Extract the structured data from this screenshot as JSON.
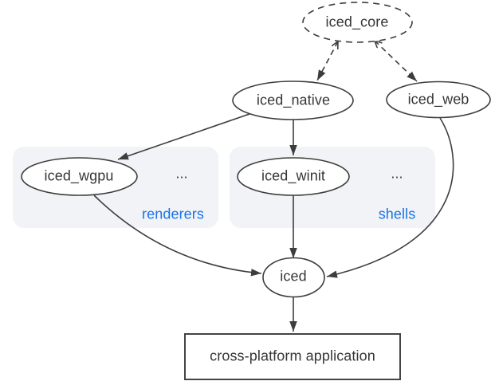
{
  "colors": {
    "background": "#ffffff",
    "stroke": "#3d3d3d",
    "text": "#363636",
    "accent_blue": "#1a73e8",
    "group_fill": "#f1f3f6",
    "node_fill": "#ffffff"
  },
  "nodes": {
    "iced_core": {
      "label": "iced_core",
      "shape": "ellipse",
      "border": "dashed"
    },
    "iced_native": {
      "label": "iced_native",
      "shape": "ellipse",
      "border": "solid"
    },
    "iced_web": {
      "label": "iced_web",
      "shape": "ellipse",
      "border": "solid"
    },
    "iced_wgpu": {
      "label": "iced_wgpu",
      "shape": "ellipse",
      "border": "solid"
    },
    "iced_winit": {
      "label": "iced_winit",
      "shape": "ellipse",
      "border": "solid"
    },
    "iced": {
      "label": "iced",
      "shape": "ellipse",
      "border": "solid"
    },
    "app": {
      "label": "cross-platform application",
      "shape": "rectangle",
      "border": "solid"
    }
  },
  "groups": {
    "renderers": {
      "label": "renderers",
      "ellipsis": "...",
      "members": [
        "iced_wgpu"
      ]
    },
    "shells": {
      "label": "shells",
      "ellipsis": "...",
      "members": [
        "iced_winit"
      ]
    }
  },
  "edges": [
    {
      "from": "iced_core",
      "to": "iced_native",
      "style": "dashed"
    },
    {
      "from": "iced_core",
      "to": "iced_web",
      "style": "dashed"
    },
    {
      "from": "iced_native",
      "to": "iced_wgpu",
      "style": "solid"
    },
    {
      "from": "iced_native",
      "to": "iced_winit",
      "style": "solid"
    },
    {
      "from": "iced_wgpu",
      "to": "iced",
      "style": "solid"
    },
    {
      "from": "iced_winit",
      "to": "iced",
      "style": "solid"
    },
    {
      "from": "iced_web",
      "to": "iced",
      "style": "solid"
    },
    {
      "from": "iced",
      "to": "app",
      "style": "solid"
    }
  ]
}
